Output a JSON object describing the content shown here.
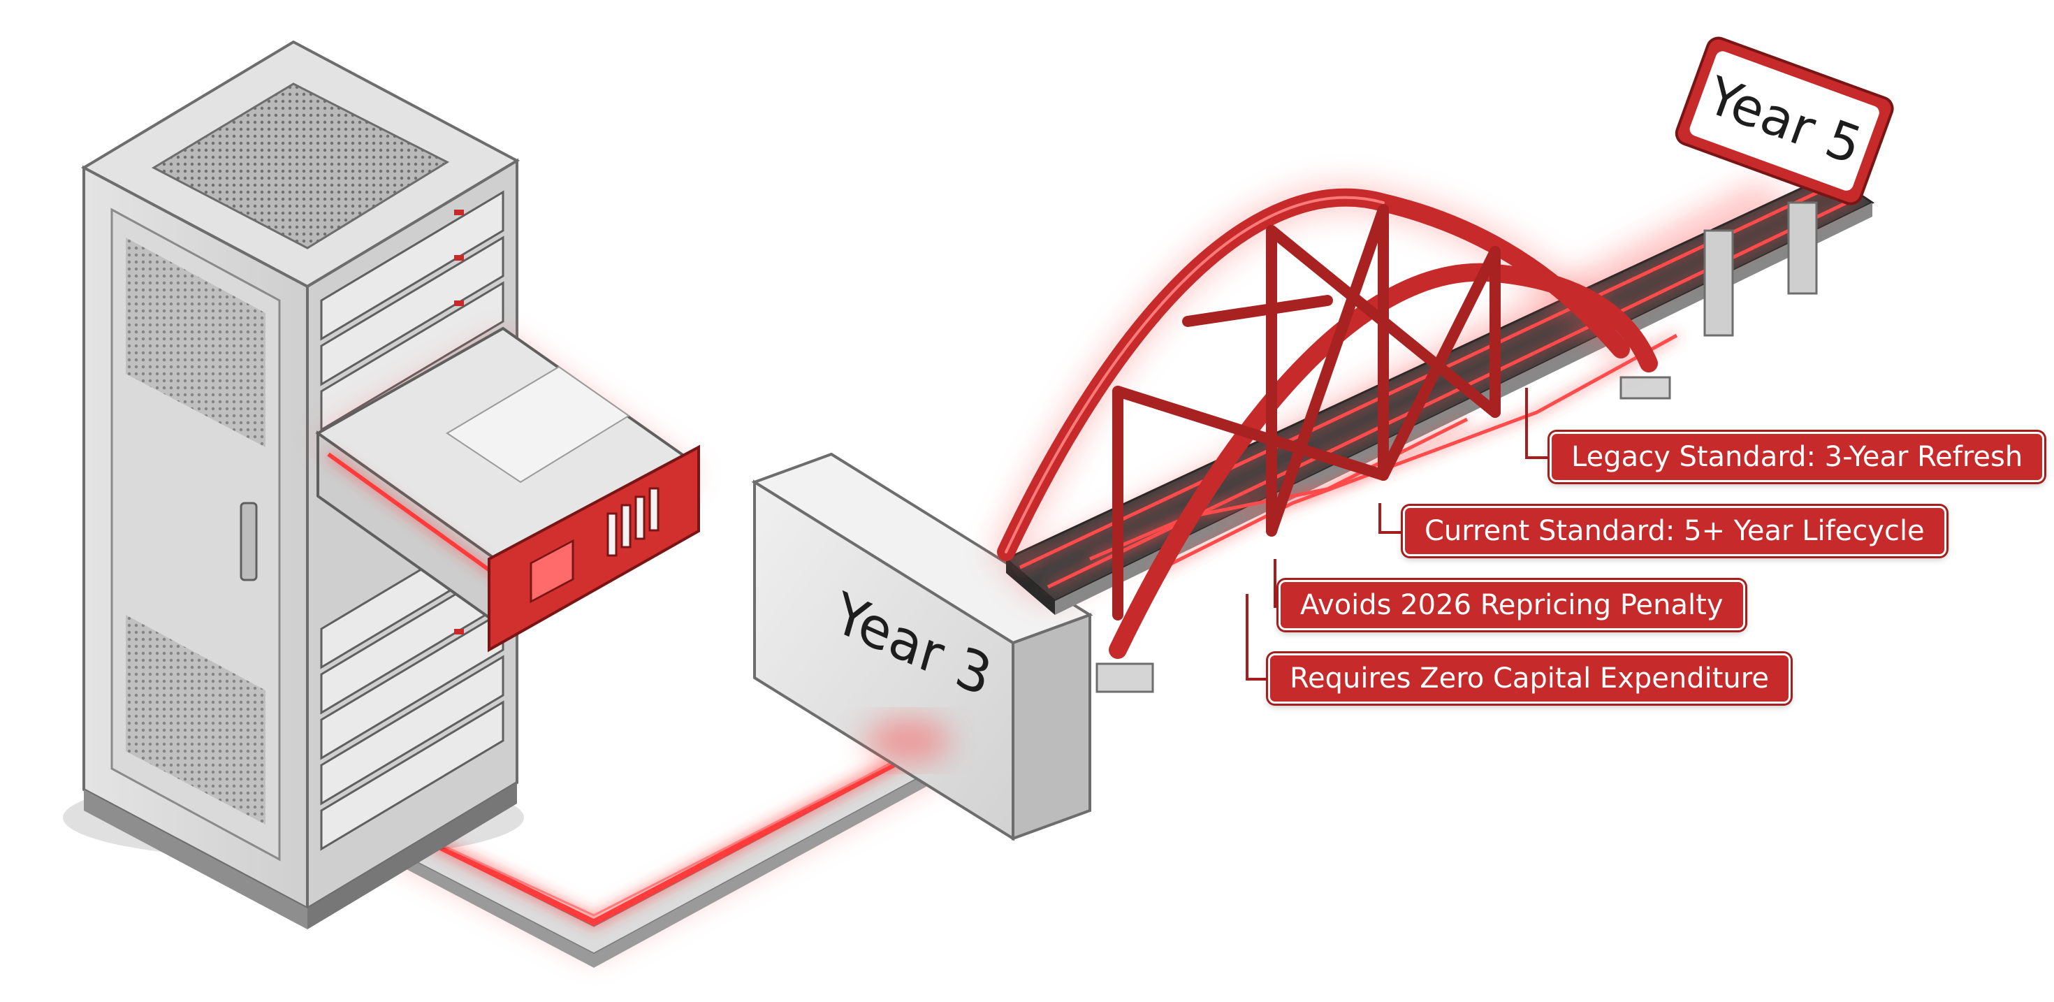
{
  "colors": {
    "accent": "#c62a2a",
    "accent_dark": "#8f1717",
    "glow": "#ff4b4b",
    "metal_light": "#e9e9e9",
    "metal_mid": "#c9c9c9",
    "metal_dark": "#8e8e8e",
    "ink": "#1d1d1d"
  },
  "signs": {
    "year_3": "Year 3",
    "year_5": "Year 5"
  },
  "callouts": [
    {
      "label": "Legacy Standard: 3-Year Refresh"
    },
    {
      "label": "Current Standard: 5+ Year Lifecycle"
    },
    {
      "label": "Avoids 2026 Repricing Penalty"
    },
    {
      "label": "Requires Zero Capital Expenditure"
    }
  ],
  "icons": [
    "server-rack-icon",
    "circuit-path-icon",
    "bridge-icon"
  ]
}
